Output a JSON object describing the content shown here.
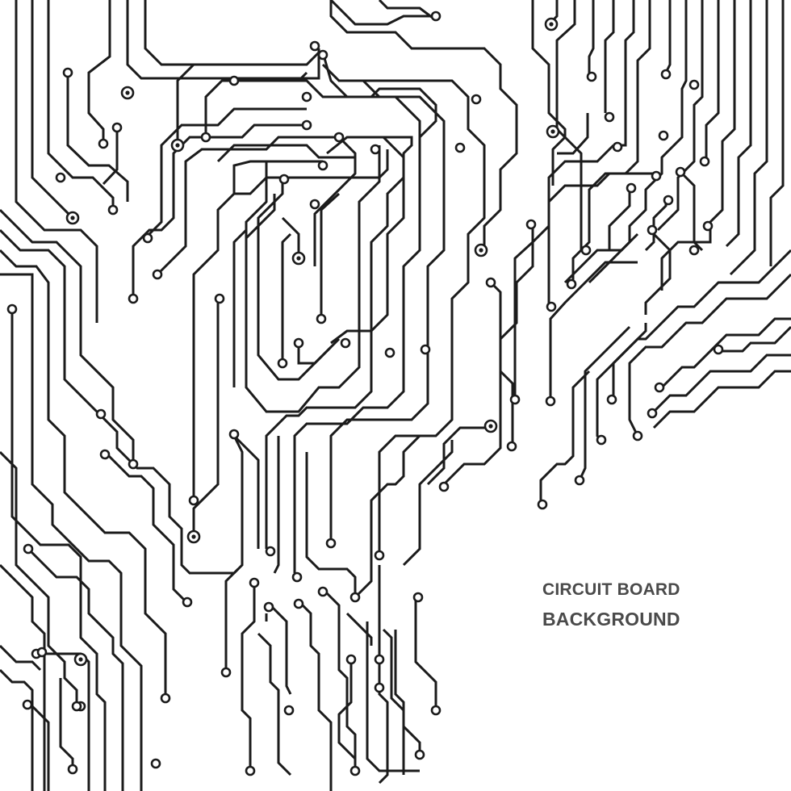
{
  "heading": {
    "line1": "CIRCUIT BOARD",
    "line2": "BACKGROUND",
    "text_color": "#4a4a4a"
  },
  "artwork": {
    "description_name": "circuit-board-traces",
    "trace_color": "#1b1b1b",
    "background_color": "#ffffff"
  }
}
